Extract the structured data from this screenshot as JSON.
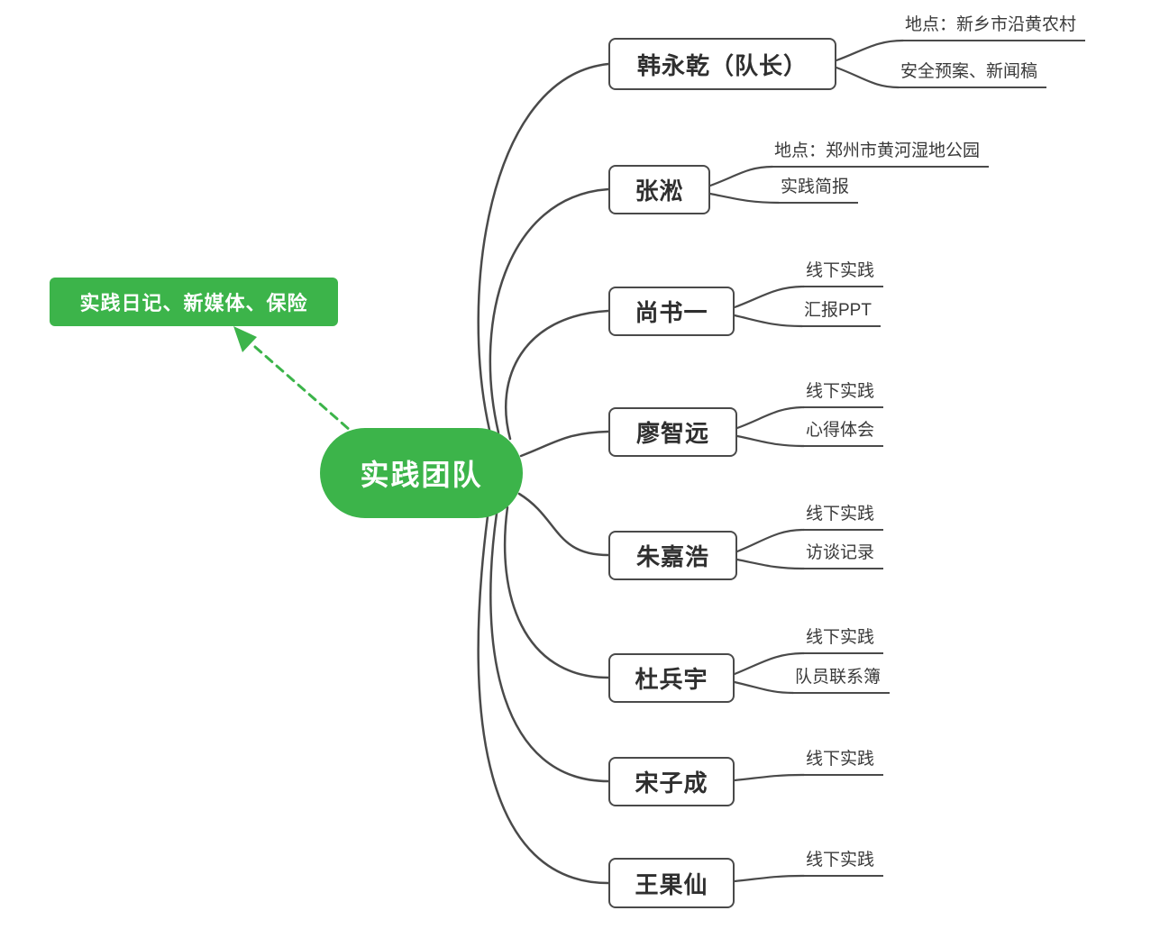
{
  "colors": {
    "accent_green": "#3cb44a",
    "line_gray": "#4a4a4a",
    "text_dark": "#333333"
  },
  "root": {
    "label": "实践团队"
  },
  "callout": {
    "label": "实践日记、新媒体、保险"
  },
  "members": [
    {
      "name": "韩永乾（队长）",
      "branches": [
        "地点：新乡市沿黄农村",
        "安全预案、新闻稿"
      ]
    },
    {
      "name": "张淞",
      "branches": [
        "地点：郑州市黄河湿地公园",
        "实践简报"
      ]
    },
    {
      "name": "尚书一",
      "branches": [
        "线下实践",
        "汇报PPT"
      ]
    },
    {
      "name": "廖智远",
      "branches": [
        "线下实践",
        "心得体会"
      ]
    },
    {
      "name": "朱嘉浩",
      "branches": [
        "线下实践",
        "访谈记录"
      ]
    },
    {
      "name": "杜兵宇",
      "branches": [
        "线下实践",
        "队员联系簿"
      ]
    },
    {
      "name": "宋子成",
      "branches": [
        "线下实践"
      ]
    },
    {
      "name": "王果仙",
      "branches": [
        "线下实践"
      ]
    }
  ]
}
